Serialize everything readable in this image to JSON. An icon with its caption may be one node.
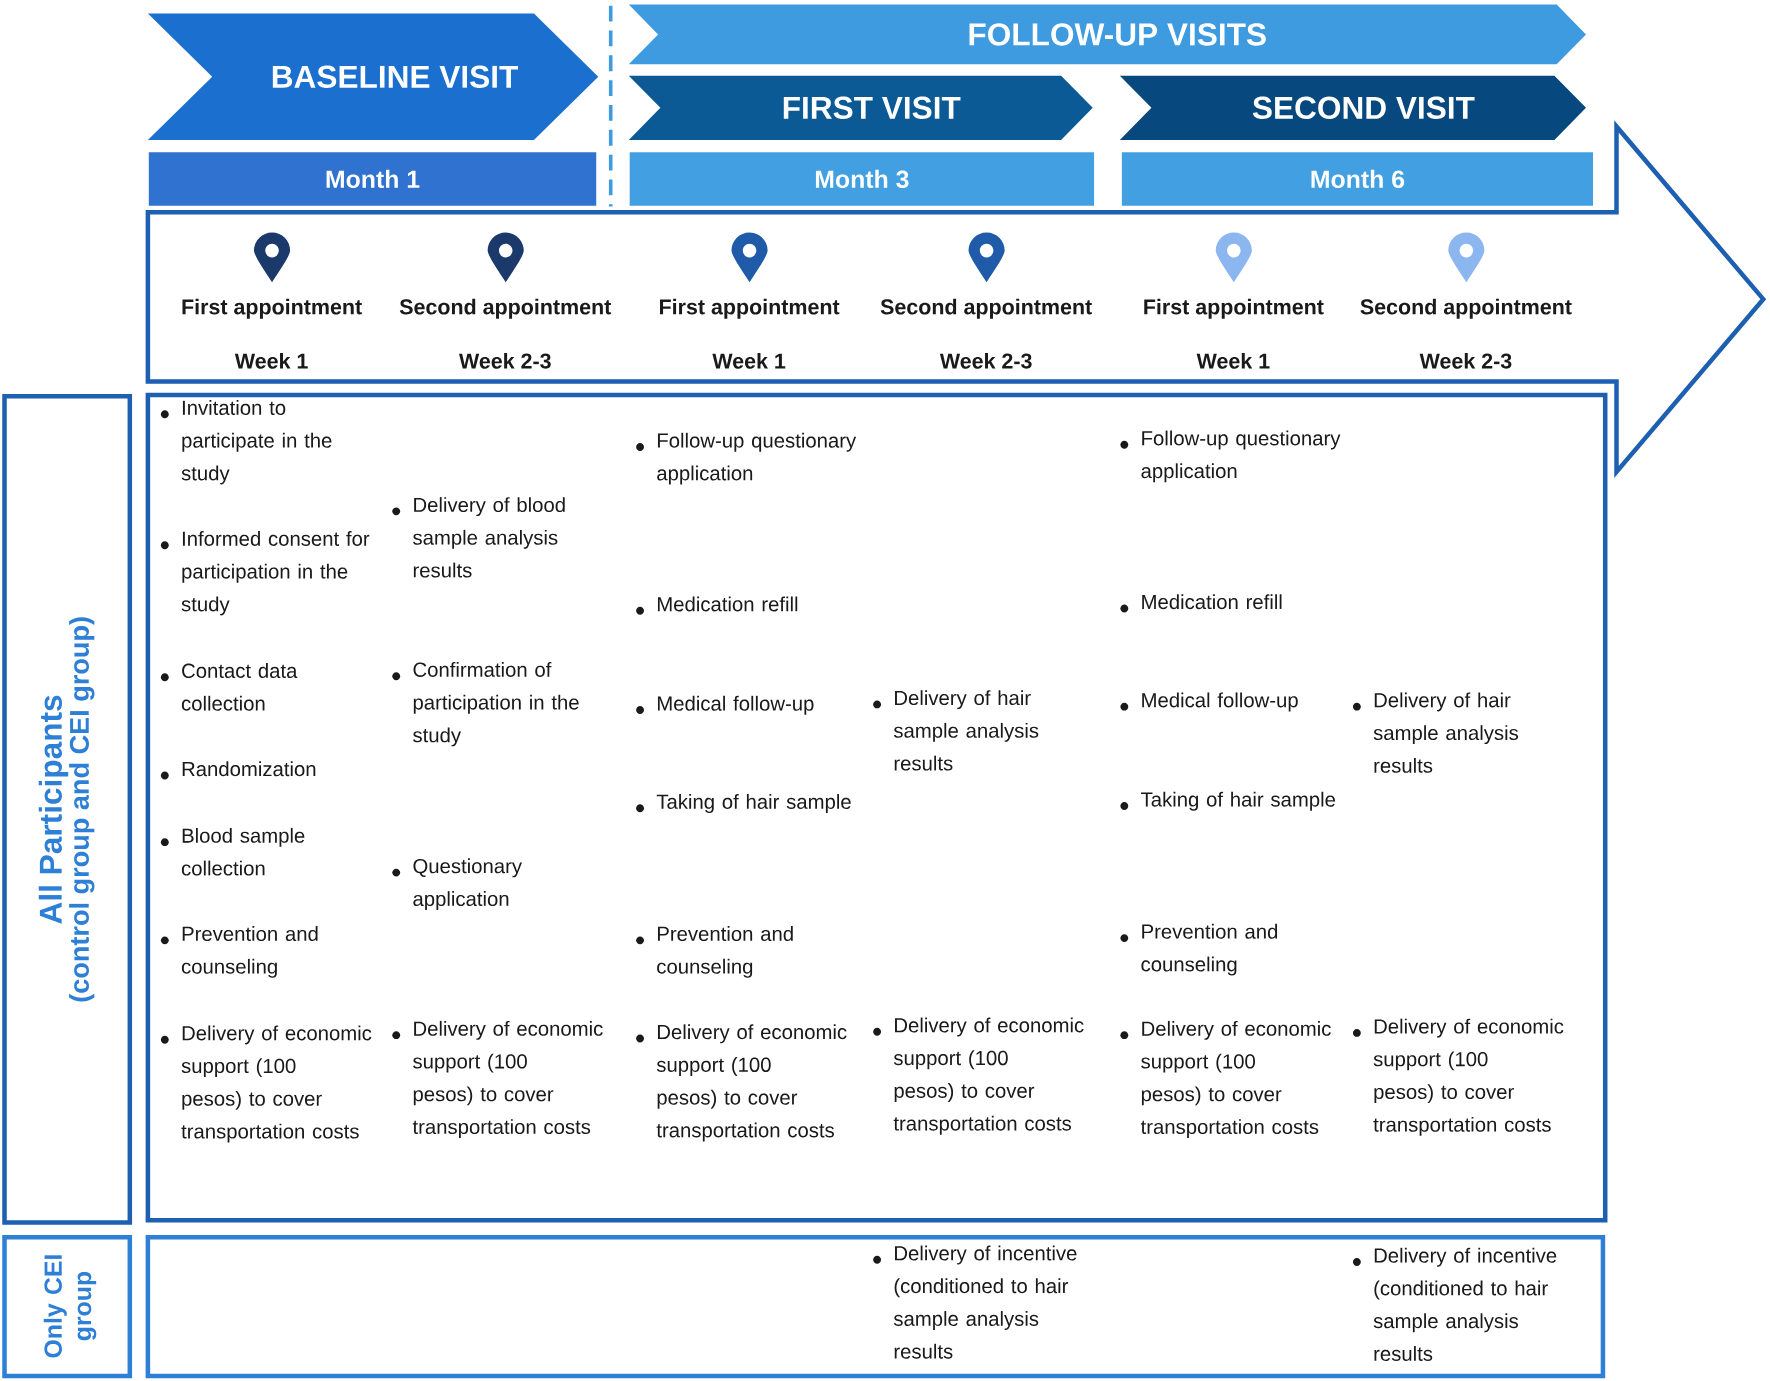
{
  "diagram": {
    "nodes": [
      {
        "text": [
          "BASELINE VISIT"
        ]
      },
      {
        "text": [
          "FOLLOW-UP VISITS"
        ]
      },
      {
        "text": [
          "FIRST VISIT"
        ]
      },
      {
        "text": [
          "SECOND VISIT"
        ]
      },
      {
        "text": [
          "Month 1"
        ]
      },
      {
        "text": [
          "Month 3"
        ]
      },
      {
        "text": [
          "Month 6"
        ]
      },
      {
        "text": [],
        "shape": "arrow"
      },
      {
        "text": [
          "First appointment",
          "Week 1"
        ],
        "in": 7
      },
      {
        "text": [
          "Second appointment",
          "Week 2-3"
        ],
        "in": 7
      },
      {
        "text": [
          "First appointment",
          "Week 1"
        ],
        "in": 7
      },
      {
        "text": [
          "Second appointment",
          "Week 2-3"
        ],
        "in": 7
      },
      {
        "text": [
          "First appointment",
          "Week 1"
        ],
        "in": 7
      },
      {
        "text": [
          "Second appointment",
          "Week 2-3"
        ],
        "in": 7
      },
      {
        "text": [
          "All Participants",
          "(control group and CEI group)"
        ]
      },
      {
        "text": [
          "Invitation to participate in the study",
          "Informed consent for participation in the study",
          "Contact data collection",
          "Randomization",
          "Blood sample collection",
          "Prevention and counseling",
          "Delivery of economic support (100 pesos) to cover transportation costs",
          "Delivery of blood sample analysis results",
          "Confirmation of participation in the study",
          "Questionary application",
          "Delivery of economic support (100 pesos) to cover transportation costs",
          "Follow-up questionary application",
          "Medication refill",
          "Medical follow-up",
          "Taking of hair sample",
          "Prevention and counseling",
          "Delivery of economic support (100 pesos) to cover transportation costs",
          "Delivery of hair sample analysis results",
          "Delivery of economic support (100 pesos) to cover transportation costs",
          "Follow-up questionary application",
          "Medication refill",
          "Medical follow-up",
          "Taking of hair sample",
          "Prevention and counseling",
          "Delivery of economic support (100 pesos) to cover transportation costs",
          "Delivery of hair sample analysis results",
          "Delivery of economic support (100 pesos) to cover transportation costs"
        ]
      },
      {
        "text": [
          "Only CEI group"
        ]
      },
      {
        "text": [
          "Delivery of incentive (conditioned to hair sample analysis results",
          "Delivery of incentive (conditioned to hair sample analysis results"
        ]
      }
    ]
  }
}
